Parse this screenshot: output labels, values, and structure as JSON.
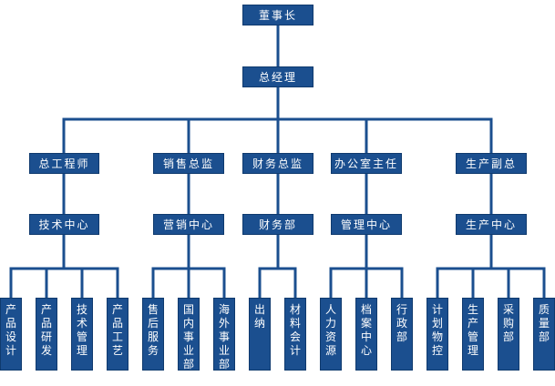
{
  "chairman": "董事长",
  "gm": "总经理",
  "executives": [
    {
      "title": "总工程师",
      "center": "技术中心",
      "depts": [
        "产品设计",
        "产品研发",
        "技术管理",
        "产品工艺"
      ]
    },
    {
      "title": "销售总监",
      "center": "营销中心",
      "depts": [
        "售后服务",
        "国内事业部",
        "海外事业部"
      ]
    },
    {
      "title": "财务总监",
      "center": "财务部",
      "depts": [
        "出纳",
        "材料会计"
      ]
    },
    {
      "title": "办公室主任",
      "center": "管理中心",
      "depts": [
        "人力资源",
        "档案中心",
        "行政部"
      ]
    },
    {
      "title": "生产副总",
      "center": "生产中心",
      "depts": [
        "计划物控",
        "生产管理",
        "采购部",
        "质量部"
      ]
    }
  ],
  "colors": {
    "box": "#1b4f8f",
    "line": "#1b4f8f",
    "text": "#ffffff"
  }
}
